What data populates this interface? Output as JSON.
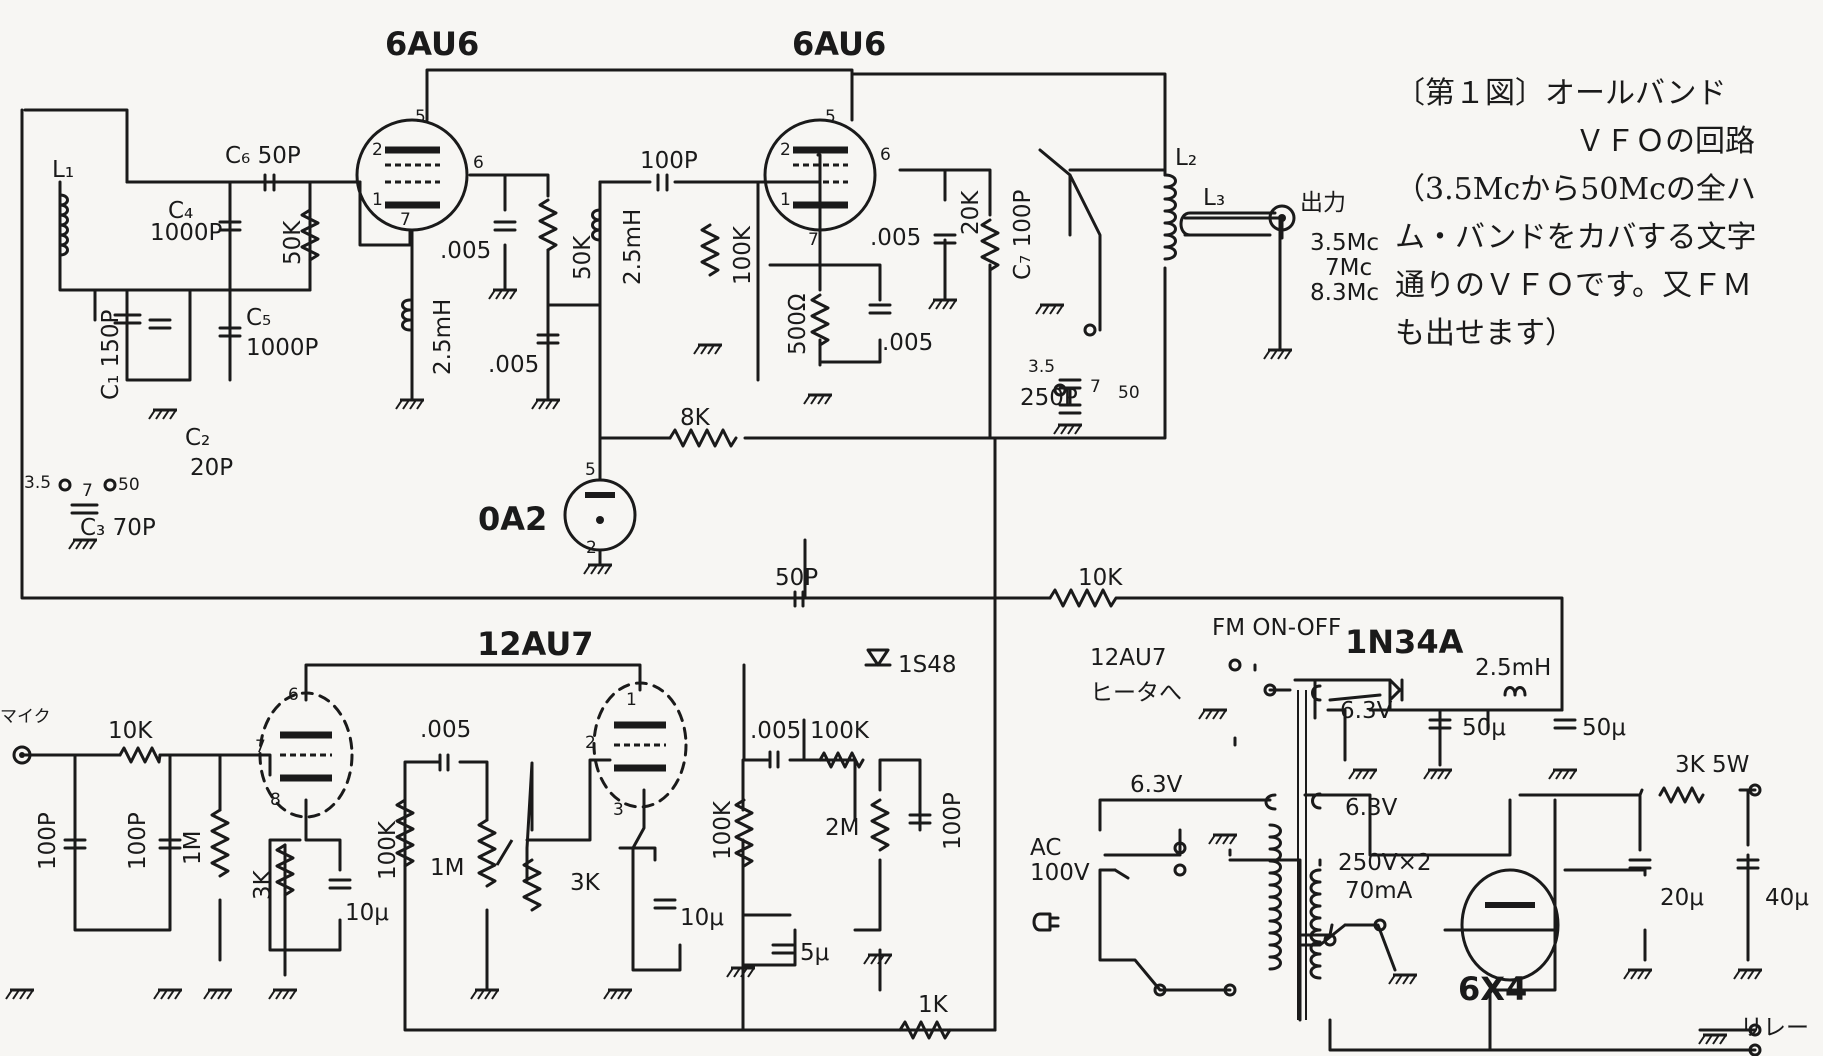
{
  "tubes": {
    "v1": "6AU6",
    "v2": "6AU6",
    "v3": "0A2",
    "v4": "12AU7",
    "v5": "6X4"
  },
  "caption": {
    "title": "〔第１図〕オールバンド",
    "title2": "ＶＦＯの回路",
    "line1": "（3.5Mcから50Mcの全ハ",
    "line2": "ム・バンドをカバする文字",
    "line3": "通りのＶＦＯです。又ＦＭ",
    "line4": "も出せます）"
  },
  "labels": {
    "l1": "L₁",
    "l2": "L₂",
    "l3": "L₃",
    "c6": "C₆ 50P",
    "c4a": "C₄",
    "c4b": "1000P",
    "c5a": "C₅",
    "c5b": "1000P",
    "r50k_a": "50K",
    "c1": "C₁ 150P",
    "c2a": "C₂",
    "c2b": "20P",
    "c3": "C₃ 70P",
    "sw1_35": "3.5",
    "sw1_7": "7",
    "sw1_50": "50",
    "c005_a": ".005",
    "rfc1": "2.5mH",
    "r50k_b": "50K",
    "rfc2": "2.5mH",
    "c005_b": ".005",
    "c100p": "100P",
    "r100k_a": "100K",
    "r500": "500Ω",
    "c005_c": ".005",
    "c005_d": ".005",
    "r20k": "20K",
    "c7": "C₇ 100P",
    "sw2_35": "3.5",
    "sw2_7": "7",
    "sw2_50": "50",
    "c250": "250P",
    "out": "出力",
    "f1": "3.5Mc",
    "f2": "7Mc",
    "f3": "8.3Mc",
    "r8k": "8K",
    "c50p": "50P",
    "r10k_a": "10K",
    "d1s48": "1S48",
    "mic": "マイク",
    "r10k_b": "10K",
    "c100p_a": "100P",
    "c100p_b": "100P",
    "r1m_a": "1M",
    "r3k_a": "3K",
    "c10u_a": "10μ",
    "c005_e": ".005",
    "r100k_b": "100K",
    "pot1m": "1M",
    "r3k_b": "3K",
    "c10u_b": "10μ",
    "c005_f": ".005",
    "r100k_c": "100K",
    "r100k_d": "100K",
    "r2m": "2M",
    "c100p_c": "100P",
    "c5u": "5μ",
    "r1k": "1K",
    "fm": "FM ON-OFF",
    "heat1": "12AU7",
    "heat2": "ヒータへ",
    "d1n34": "1N34A",
    "v63a": "6.3V",
    "c50u_a": "50μ",
    "rfc3": "2.5mH",
    "c50u_b": "50μ",
    "v63b": "6.3V",
    "v63c": "6.3V",
    "ac1": "AC",
    "ac2": "100V",
    "hv1": "250V×2",
    "hv2": "70mA",
    "r3k5w": "3K 5W",
    "c20u": "20μ",
    "c40u": "40μ",
    "relay": "リレー",
    "pin5a": "5",
    "pin2a": "2",
    "pin1a": "1",
    "pin7a": "7",
    "pin6a": "6",
    "pin5b": "5",
    "pin2b": "2",
    "pin1b": "1",
    "pin7b": "7",
    "pin6b": "6",
    "pin5c": "5",
    "pin2c": "2",
    "pin6c": "6",
    "pin7c": "7",
    "pin8c": "8",
    "pin1d": "1",
    "pin2d": "2",
    "pin3d": "3"
  }
}
